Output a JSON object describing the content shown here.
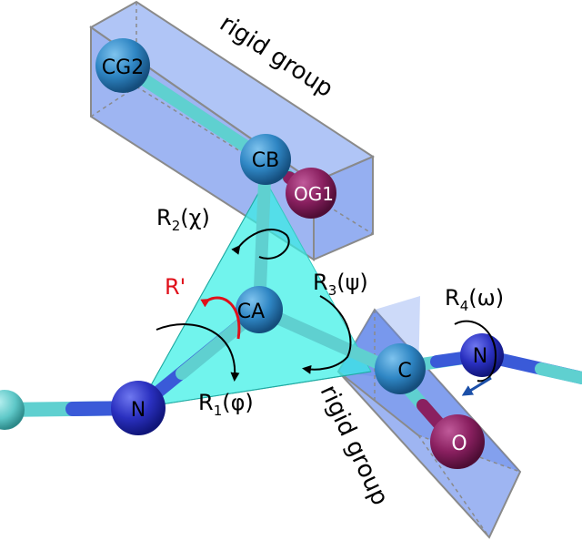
{
  "atoms": {
    "cg2": "CG2",
    "cb": "CB",
    "og1": "OG1",
    "ca": "CA",
    "n_left": "N",
    "c": "C",
    "n_right": "N",
    "o": "O"
  },
  "labels": {
    "rigid_group_top": "rigid group",
    "rigid_group_bottom": "rigid group",
    "r_prime": "R'",
    "r1_base": "R",
    "r1_sub": "1",
    "r1_arg": "(φ)",
    "r2_base": "R",
    "r2_sub": "2",
    "r2_arg": "(χ)",
    "r3_base": "R",
    "r3_sub": "3",
    "r3_arg": "(ψ)",
    "r4_base": "R",
    "r4_sub": "4",
    "r4_arg": "(ω)"
  },
  "colors": {
    "box_fill": "#4f79e8",
    "box_edge": "#8a8a8a",
    "triangle": "#35f0e6",
    "bond_cyan": "#5fd0d0",
    "bond_blue": "#3a5ad8",
    "carbon": "#2f86c4",
    "nitrogen": "#2f36c8",
    "oxygen": "#8a2060",
    "arrow_red": "#e0101a",
    "arrow_blue": "#1b4fa8"
  }
}
